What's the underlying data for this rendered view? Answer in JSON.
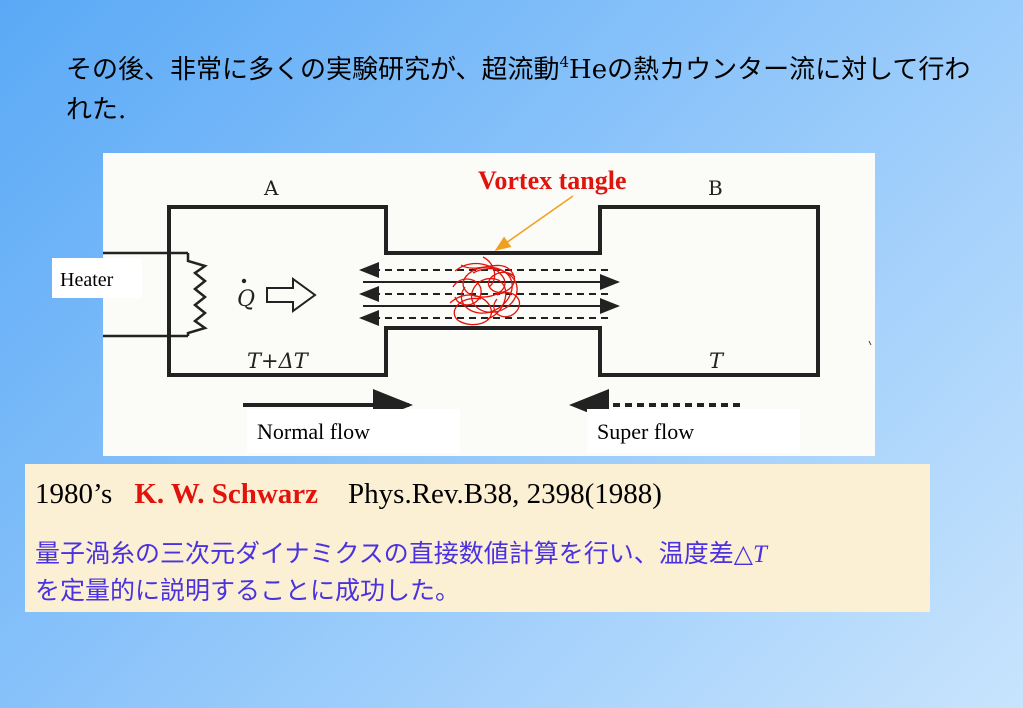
{
  "intro": {
    "before": "その後、非常に多くの実験研究が、超流動",
    "superscript": "4",
    "element": "He",
    "after": "の熱カウンター流に対して行われた."
  },
  "diagram": {
    "chamber_a_label": "A",
    "chamber_b_label": "B",
    "heat_symbol": "Q",
    "temp_a_label": "T+ΔT",
    "temp_b_label": "T",
    "vortex_label": "Vortex tangle",
    "heater_label": "Heater",
    "normal_flow_label": "Normal flow",
    "super_flow_label": "Super flow"
  },
  "reference": {
    "year": "1980’s",
    "author": "K. W. Schwarz",
    "citation": "Phys.Rev.B38, 2398(1988)",
    "description": "量子渦糸の三次元ダイナミクスの直接数値計算を行い、温度差",
    "delta": "△",
    "t": "T",
    "description2": "を定量的に説明することに成功した。"
  },
  "colors": {
    "background_start": "#5aa9f6",
    "background_end": "#c8e4fd",
    "accent_red": "#e0140c",
    "description_blue": "#4a32e0",
    "reference_box": "#fbefd4",
    "vortex_arrow": "#f0a020"
  }
}
